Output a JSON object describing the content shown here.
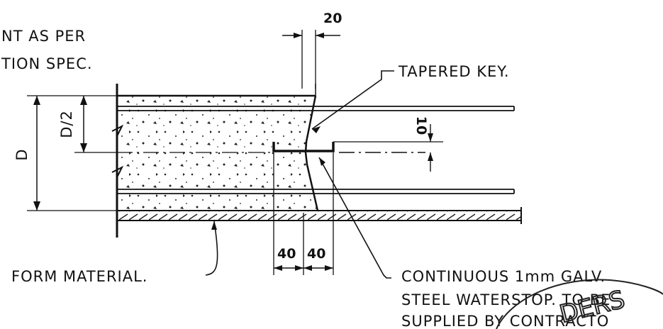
{
  "labels": {
    "note_line1": "NT AS PER",
    "note_line2": "TION SPEC.",
    "tapered_key": "TAPERED KEY.",
    "form_material": "FORM MATERIAL.",
    "waterstop_line1": "CONTINUOUS 1mm GALV.",
    "waterstop_line2": "STEEL WATERSTOP. TO BE",
    "waterstop_line3": "SUPPLIED BY CONTRACTO",
    "stamp": "DERS"
  },
  "dimensions": {
    "top": "20",
    "half_depth": "D/2",
    "depth": "D",
    "offset": "10",
    "left_width": "40",
    "right_width": "40"
  }
}
